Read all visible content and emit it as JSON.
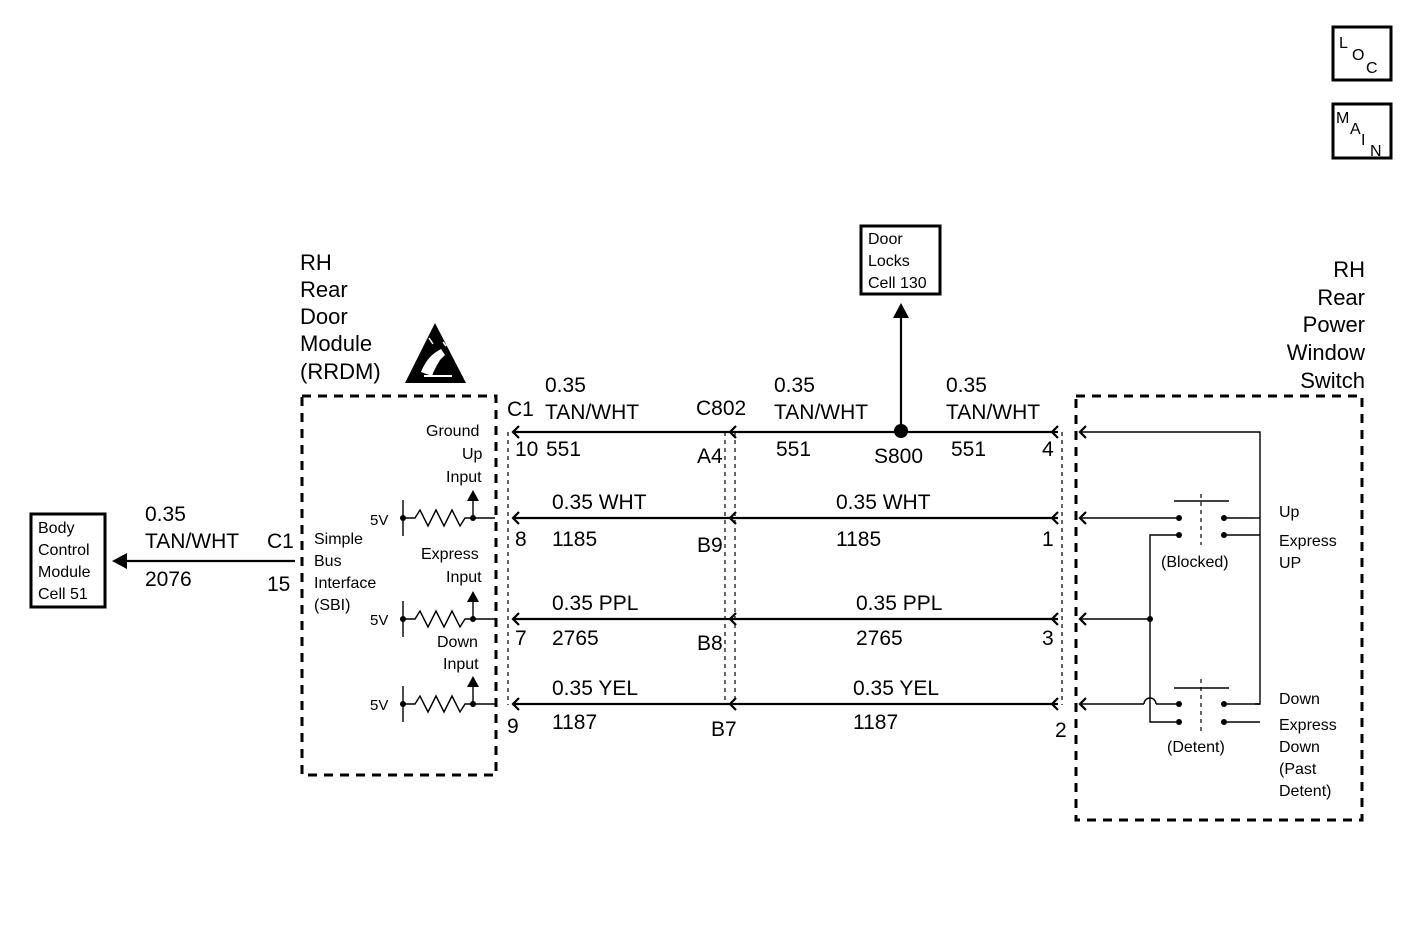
{
  "nav": {
    "loc": [
      "L",
      "O",
      "C"
    ],
    "main": [
      "M",
      "A",
      "I",
      "N"
    ]
  },
  "door_locks_ref": [
    "Door",
    "Locks",
    "Cell 130"
  ],
  "bcm_ref": [
    "Body",
    "Control",
    "Module",
    "Cell 51"
  ],
  "rrdm": {
    "title": [
      "RH",
      "Rear",
      "Door",
      "Module",
      "(RRDM)"
    ],
    "sbi": [
      "Simple",
      "Bus",
      "Interface",
      "(SBI)"
    ],
    "inputs": {
      "ground_up": [
        "Ground",
        "Up",
        "Input"
      ],
      "express": [
        "Express",
        "Input"
      ],
      "down": [
        "Down",
        "Input"
      ]
    },
    "voltage": "5V"
  },
  "switch": {
    "title": [
      "RH",
      "Rear",
      "Power",
      "Window",
      "Switch"
    ],
    "labels": {
      "up": "Up",
      "express_up": [
        "Express",
        "UP"
      ],
      "blocked": "(Blocked)",
      "down": "Down",
      "express_down": [
        "Express",
        "Down",
        "(Past",
        "Detent)"
      ],
      "detent": "(Detent)"
    }
  },
  "connectors": {
    "c1": "C1",
    "c1_bcm": "C1",
    "bcm_pin": "15",
    "c802": "C802",
    "splice": "S800"
  },
  "bcm_wire": {
    "gauge": "0.35",
    "color": "TAN/WHT",
    "circuit": "2076"
  },
  "wires": [
    {
      "gauge": "0.35",
      "color": "TAN/WHT",
      "circuit": "551",
      "rrdm_pin": "10",
      "c802_pin": "A4",
      "switch_pin": "4"
    },
    {
      "label": "0.35 WHT",
      "circuit": "1185",
      "rrdm_pin": "8",
      "c802_pin": "B9",
      "switch_pin": "1"
    },
    {
      "label": "0.35 PPL",
      "circuit": "2765",
      "rrdm_pin": "7",
      "c802_pin": "B8",
      "switch_pin": "3"
    },
    {
      "label": "0.35 YEL",
      "circuit": "1187",
      "rrdm_pin": "9",
      "c802_pin": "B7",
      "switch_pin": "2"
    }
  ]
}
